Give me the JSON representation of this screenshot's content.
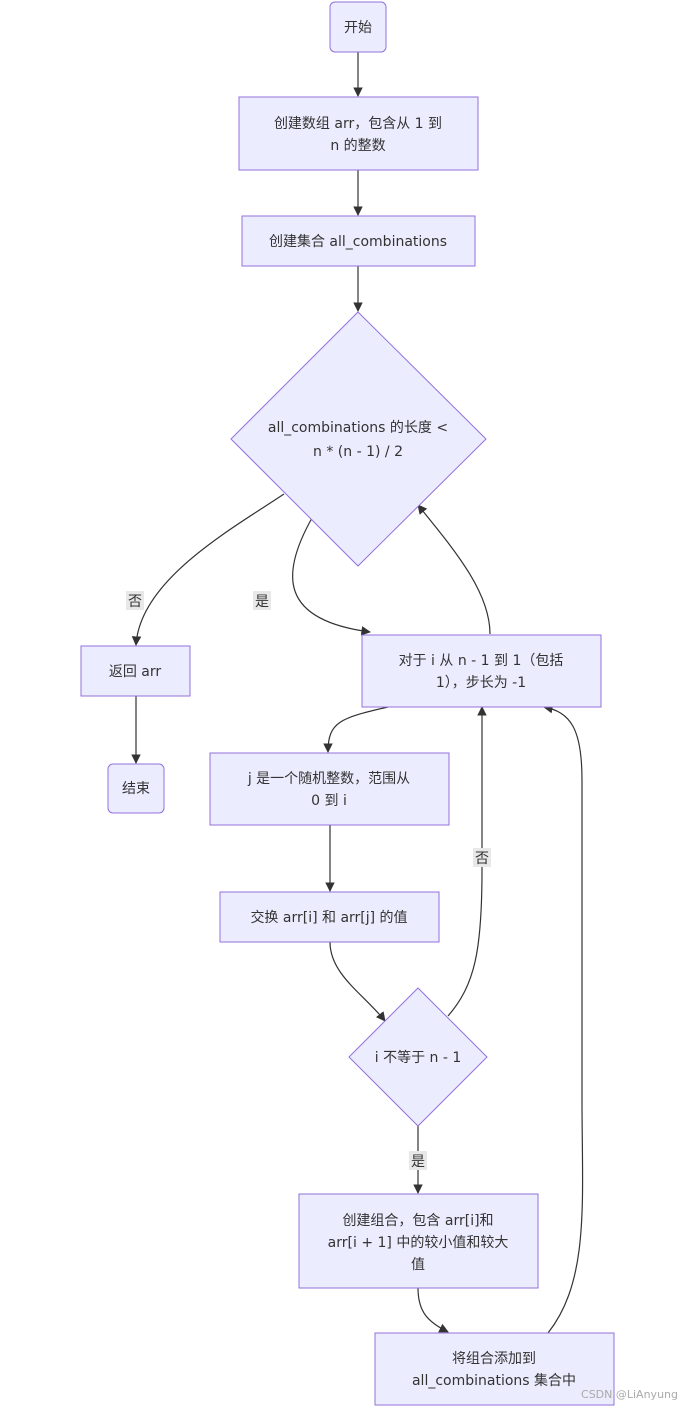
{
  "nodes": {
    "start": "开始",
    "create_arr_l1": "创建数组 arr，包含从 1 到",
    "create_arr_l2": "n 的整数",
    "create_set": "创建集合 all_combinations",
    "cond_len_l1": "all_combinations 的长度 <",
    "cond_len_l2": "n * (n - 1) / 2",
    "loop_l1": "对于 i 从 n - 1 到 1（包括",
    "loop_l2": "1），步长为 -1",
    "return_arr": "返回 arr",
    "end": "结束",
    "rand_j_l1": "j 是一个随机整数，范围从",
    "rand_j_l2": "0 到 i",
    "swap": "交换 arr[i] 和 arr[j] 的值",
    "cond_i": "i 不等于 n - 1",
    "make_combo_l1": "创建组合，包含 arr[i]和",
    "make_combo_l2": "arr[i + 1] 中的较小值和较大",
    "make_combo_l3": "值",
    "add_combo_l1": "将组合添加到",
    "add_combo_l2": "all_combinations 集合中"
  },
  "edges": {
    "no_label": "否",
    "yes_label": "是",
    "cond_i_no": "否",
    "cond_i_yes": "是"
  },
  "watermark": "CSDN @LiAnyung"
}
